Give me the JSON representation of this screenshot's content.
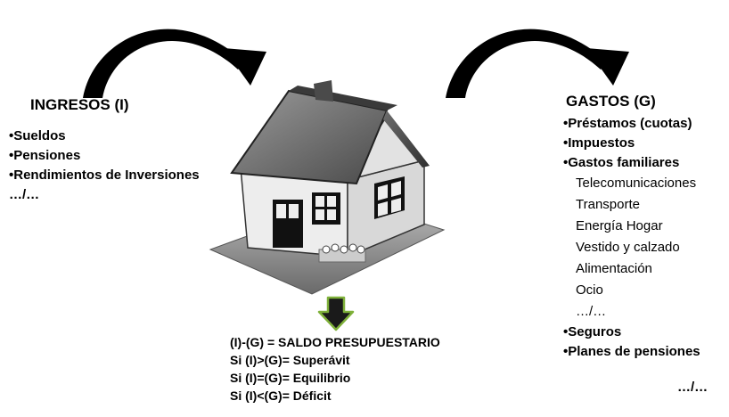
{
  "income": {
    "title": "INGRESOS (I)",
    "items": [
      "•Sueldos",
      "•Pensiones",
      "•Rendimientos de Inversiones"
    ],
    "more": "…/…"
  },
  "expenses": {
    "title": "GASTOS (G)",
    "items": [
      "•Préstamos (cuotas)",
      "•Impuestos",
      "•Gastos familiares"
    ],
    "family_items": [
      "Telecomunicaciones",
      "Transporte",
      "Energía Hogar",
      "Vestido y calzado",
      "Alimentación",
      "Ocio",
      "…/…"
    ],
    "more_items": [
      "•Seguros",
      "•Planes de pensiones"
    ],
    "more": "…/…"
  },
  "balance": {
    "lines": [
      "(I)-(G) = SALDO PRESUPUESTARIO",
      "Si (I)>(G)= Superávit",
      "Si (I)=(G)= Equilibrio",
      "Si (I)<(G)= Déficit"
    ]
  },
  "icons": {
    "left_arrow": "curved-arrow-icon",
    "right_arrow": "curved-arrow-icon",
    "house": "house-icon",
    "down_arrow": "down-arrow-icon"
  },
  "colors": {
    "down_arrow_fill": "#1a1a1a",
    "down_arrow_stroke": "#7fb13a"
  }
}
